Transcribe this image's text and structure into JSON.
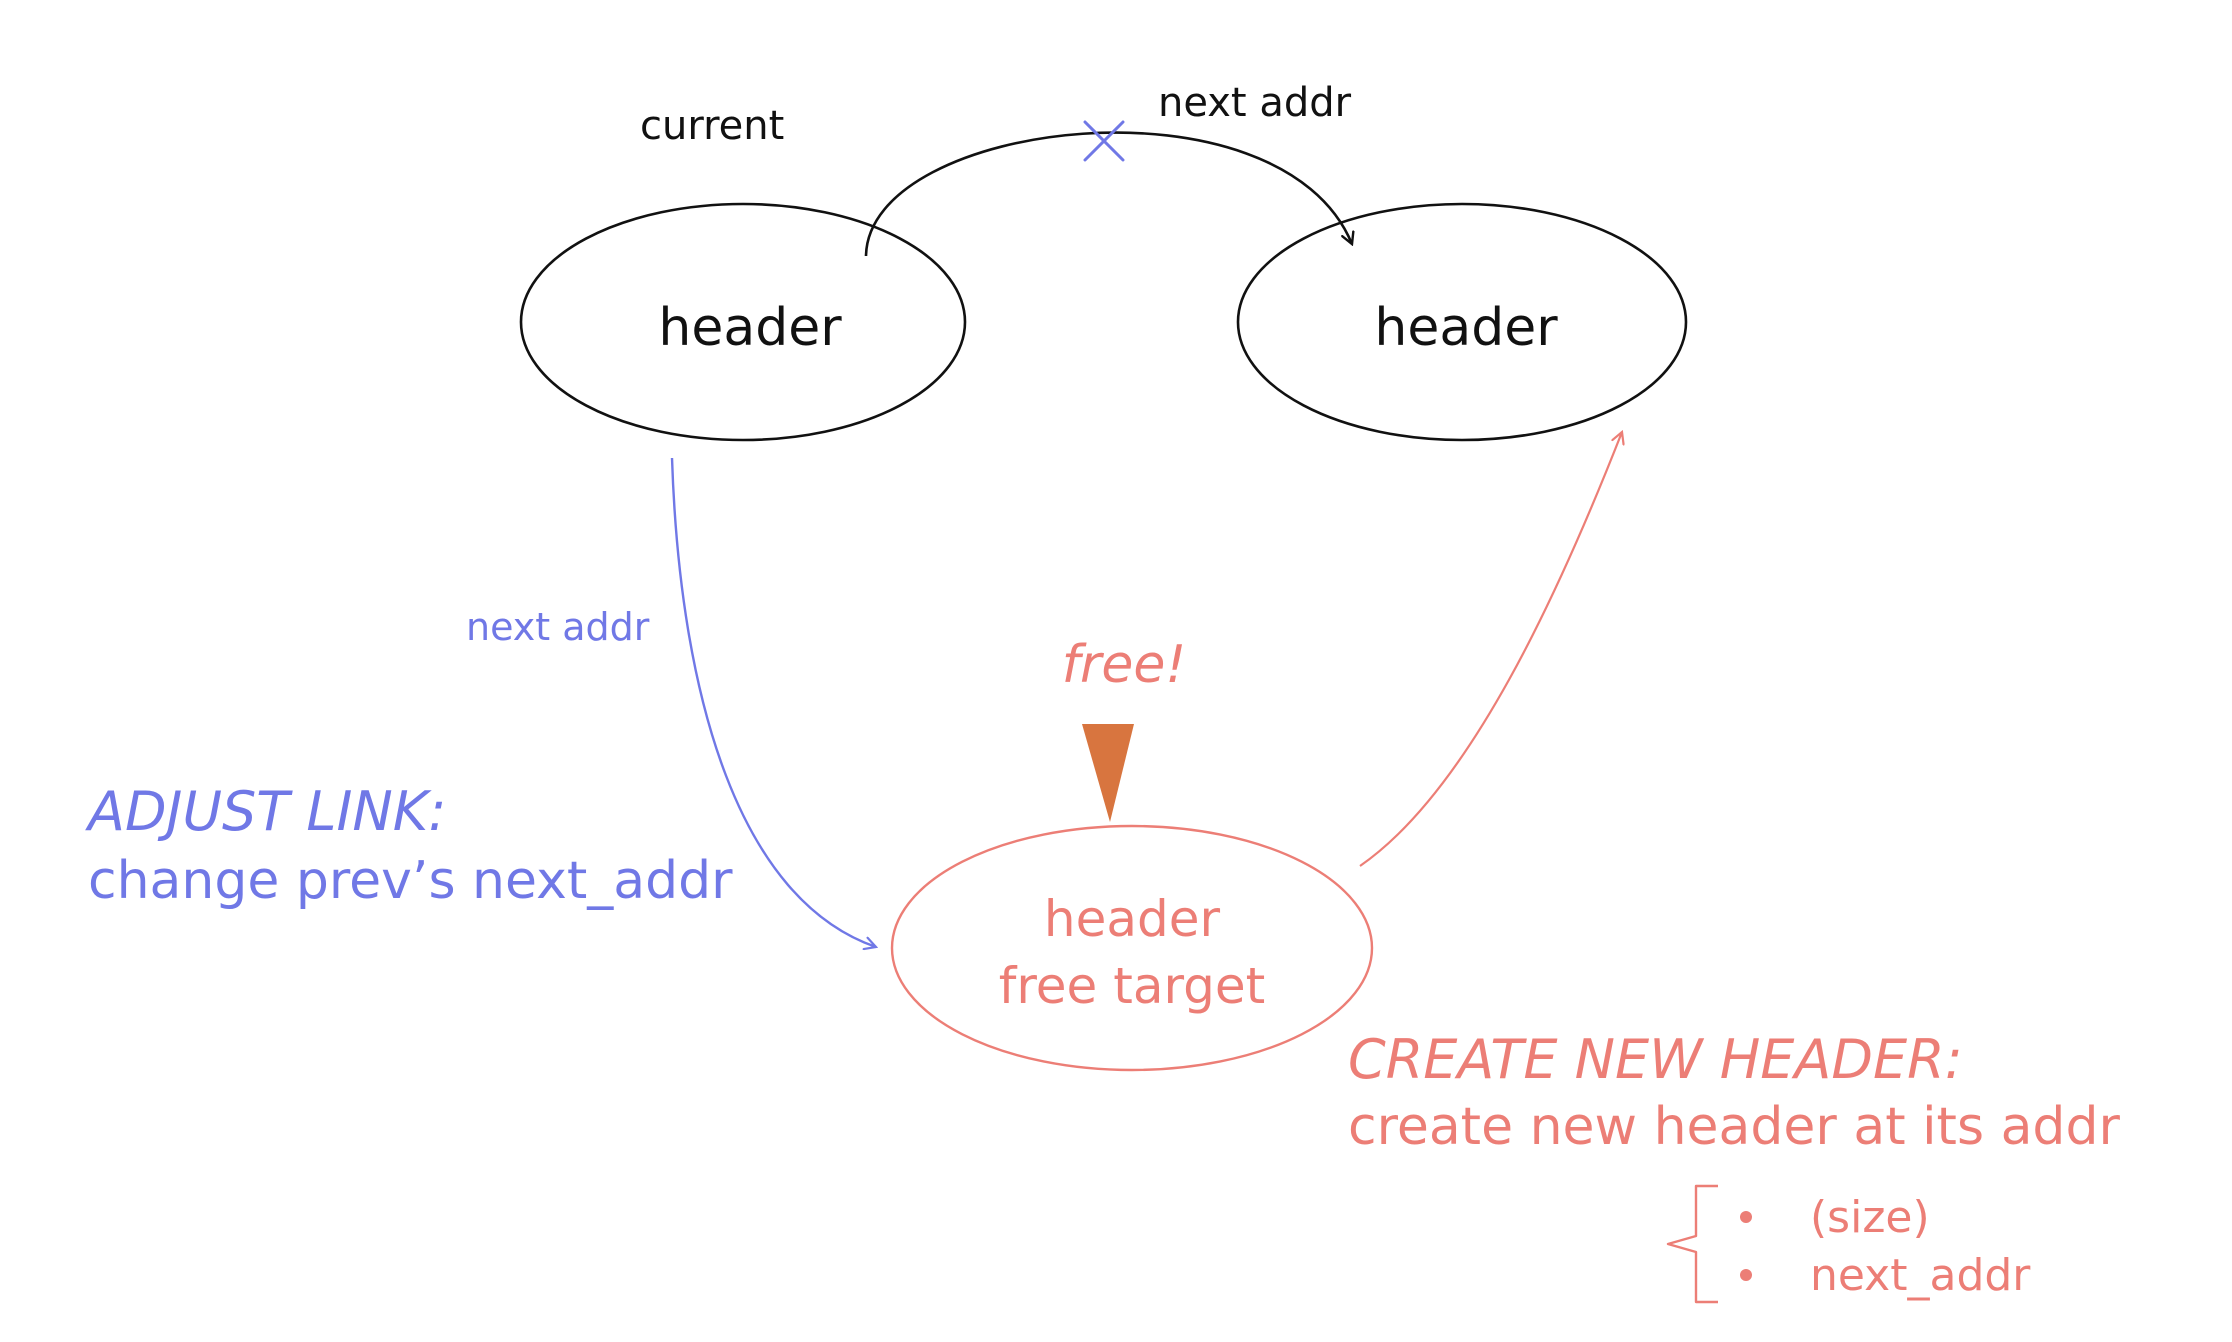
{
  "colors": {
    "ink": "#111111",
    "blue": "#7078e6",
    "salmon": "#ec7e76",
    "orange": "#d8753f"
  },
  "labels": {
    "current": "current",
    "next_addr_top": "next addr",
    "next_addr_left": "next addr",
    "free": "free!"
  },
  "nodes": {
    "current_header": "header",
    "next_header": "header",
    "target_header_line1": "header",
    "target_header_line2": "free target"
  },
  "notes": {
    "adjust_title": "ADJUST LINK:",
    "adjust_desc": "change prev’s next_addr",
    "create_title": "CREATE NEW HEADER:",
    "create_desc": "create new header at its addr",
    "create_items": [
      "(size)",
      "next_addr"
    ]
  },
  "icons": {
    "removed_link_mark": "cross-icon",
    "free_pointer": "triangle-down-icon",
    "items_brace": "left-brace-icon",
    "bullet": "bullet-icon"
  }
}
